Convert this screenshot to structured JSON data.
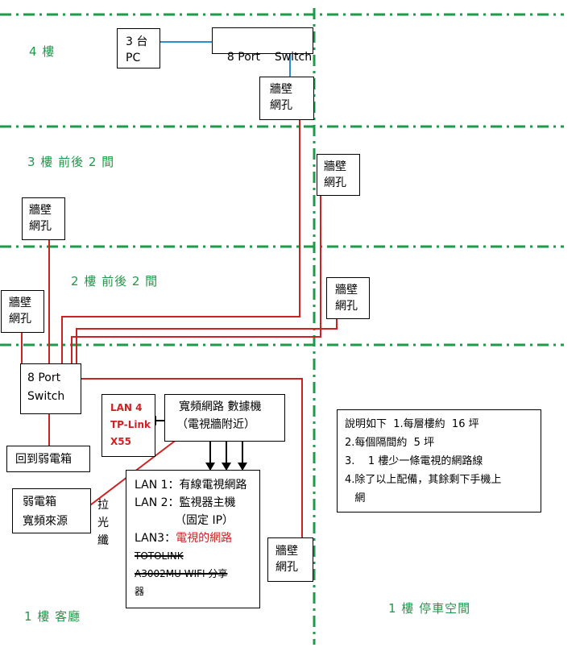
{
  "floors": {
    "f4": "4 樓",
    "f3": "3 樓  前後 2 間",
    "f2": "2 樓  前後 2 間",
    "f1_living": "1 樓  客廳",
    "f1_parking": "1 樓  停車空間"
  },
  "devices": {
    "pc_line1": "3 台",
    "pc_line2": "PC",
    "switch_top": "8 Port    Switch",
    "switch_main_line1": "8 Port",
    "switch_main_line2": "Switch",
    "wall_jack_line1": "牆壁",
    "wall_jack_line2": "網孔",
    "to_closet": "回到弱電箱",
    "closet_source_line1": "弱電箱",
    "closet_source_line2": "寬頻來源",
    "fiber_label": "拉光纖",
    "tplink_line1": "LAN 4",
    "tplink_line2": "TP-Link",
    "tplink_line3": "X55",
    "modem_line1": "寬頻網路  數據機",
    "modem_line2": "（電視牆附近）"
  },
  "lan_box": {
    "lan1": "LAN 1：有線電視網路",
    "lan2": "LAN 2：監視器主機",
    "lan2_sub": "（固定 IP）",
    "lan3_label": "LAN3：",
    "lan3_value": "電視的網路",
    "totolink_line1": "TOTOLINK",
    "totolink_line2": "A3002MU WIFI 分享",
    "totolink_line3": "器"
  },
  "notes": {
    "line1": "說明如下  1.每層樓約  16 坪",
    "line2": "2.每個隔間約  5 坪",
    "line3": "3.    1 樓少一條電視的網路線",
    "line4": "4.除了以上配備，其餘剩下手機上",
    "line5": "   網"
  },
  "colors": {
    "floor_divider": "#1f9a4a",
    "ethernet_cable": "#cc2222",
    "blue_cable": "#2a8fd0",
    "label_red": "#cc2222"
  }
}
